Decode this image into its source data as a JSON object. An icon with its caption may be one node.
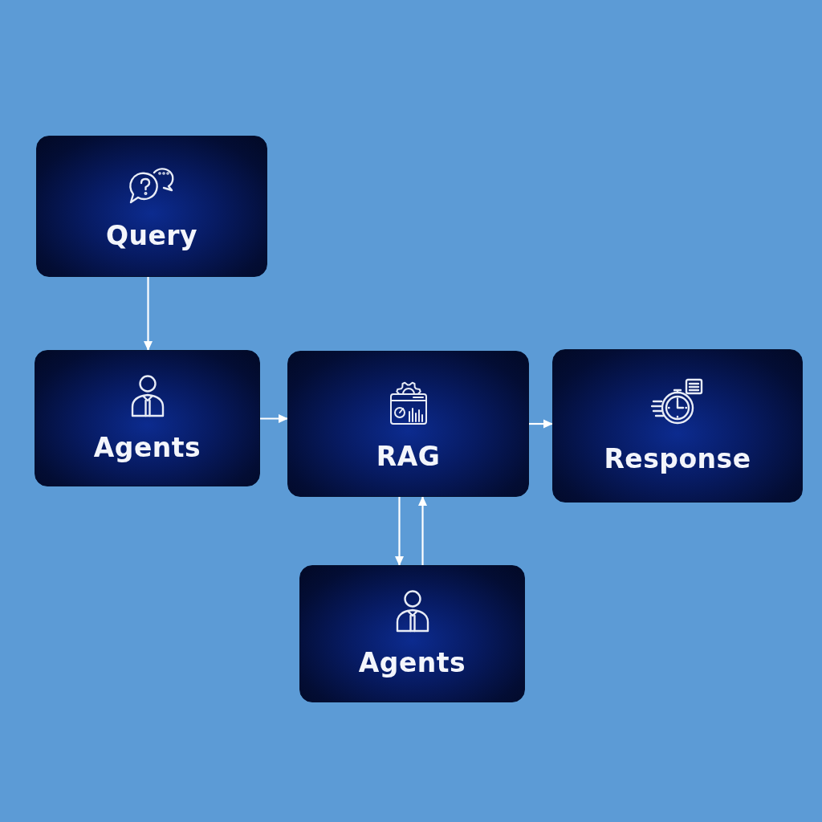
{
  "diagram": {
    "nodes": [
      {
        "text": [
          "Query"
        ]
      },
      {
        "text": [
          "Agents"
        ]
      },
      {
        "text": [
          "RAG"
        ]
      },
      {
        "text": [
          "Response"
        ]
      },
      {
        "text": [
          "Agents"
        ]
      }
    ],
    "edges": [
      {
        "from": 0,
        "to": 1,
        "arrow": "to"
      },
      {
        "from": 1,
        "to": 2,
        "arrow": "to"
      },
      {
        "from": 2,
        "to": 3,
        "arrow": "to"
      },
      {
        "from": 2,
        "to": 4,
        "arrow": "to"
      },
      {
        "from": 4,
        "to": 2,
        "arrow": "to"
      }
    ]
  }
}
